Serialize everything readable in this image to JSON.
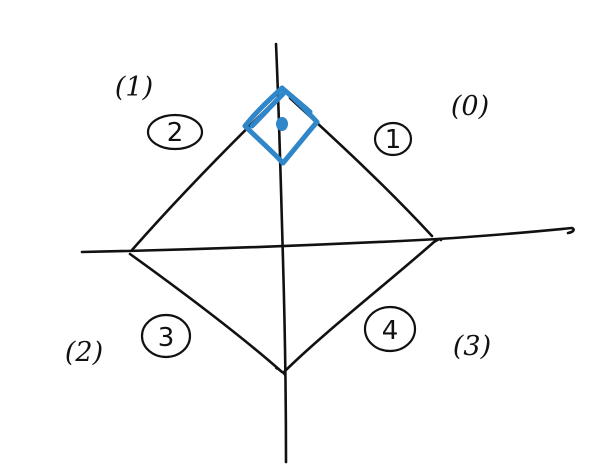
{
  "colors": {
    "ink": "#111111",
    "highlight": "#2f86c9",
    "background": "#ffffff"
  },
  "quadrants": [
    {
      "id": "q1",
      "circled": "1",
      "index": "(0)"
    },
    {
      "id": "q2",
      "circled": "2",
      "index": "(1)"
    },
    {
      "id": "q3",
      "circled": "3",
      "index": "(2)"
    },
    {
      "id": "q4",
      "circled": "4",
      "index": "(3)"
    }
  ],
  "highlight": {
    "shape": "diamond-with-dot",
    "at_vertex": "top"
  }
}
